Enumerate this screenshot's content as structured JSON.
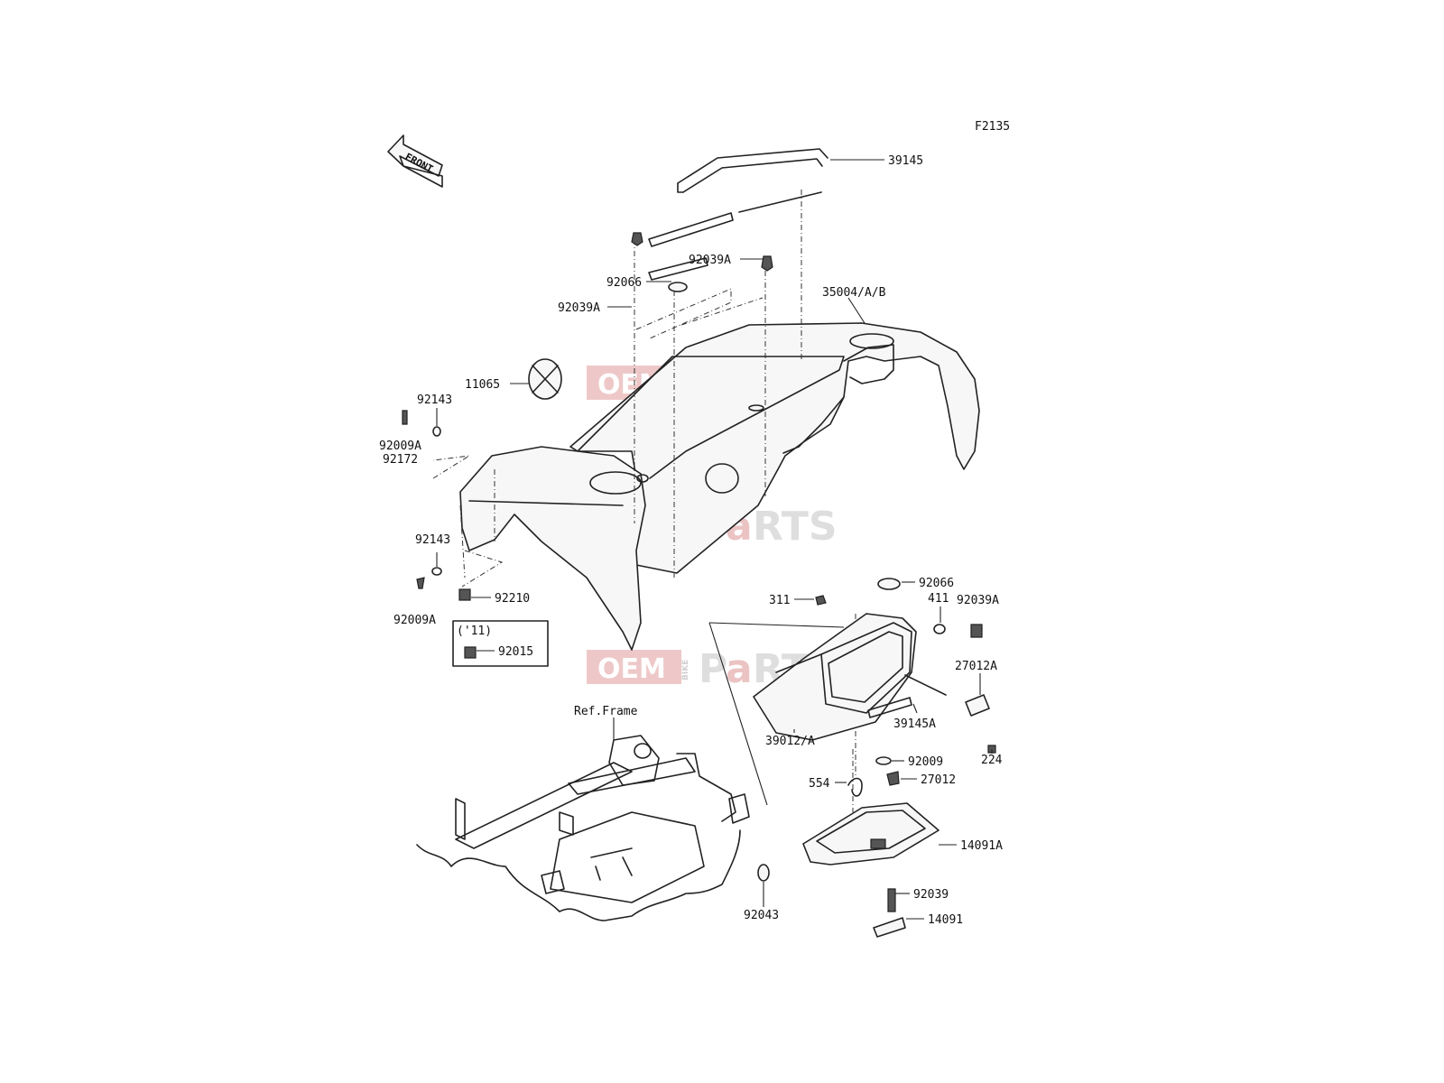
{
  "diagram_code": "F2135",
  "front_arrow_label": "FRONT",
  "inset_year_label": "('11)",
  "ref_frame_label": "Ref.Frame",
  "watermark": {
    "oem": "OEM",
    "bike": "BIKE",
    "parts_p": "P",
    "parts_a": "a",
    "parts_rts": "RTS"
  },
  "part_labels": {
    "p39145": "39145",
    "p92039A_top": "92039A",
    "p92066_top": "92066",
    "p35004": "35004/A/B",
    "p92039A_left": "92039A",
    "p11065": "11065",
    "p92143_top": "92143",
    "p92009A_top": "92009A",
    "p92172": "92172",
    "p92143_bot": "92143",
    "p92210": "92210",
    "p92009A_bot": "92009A",
    "p92015": "92015",
    "p92066_right": "92066",
    "p311": "311",
    "p411": "411",
    "p92039A_right": "92039A",
    "p27012A": "27012A",
    "p39145A": "39145A",
    "p224": "224",
    "p39012": "39012/A",
    "p92009": "92009",
    "p27012": "27012",
    "p554": "554",
    "p14091A": "14091A",
    "p92039": "92039",
    "p92043": "92043",
    "p14091": "14091"
  }
}
